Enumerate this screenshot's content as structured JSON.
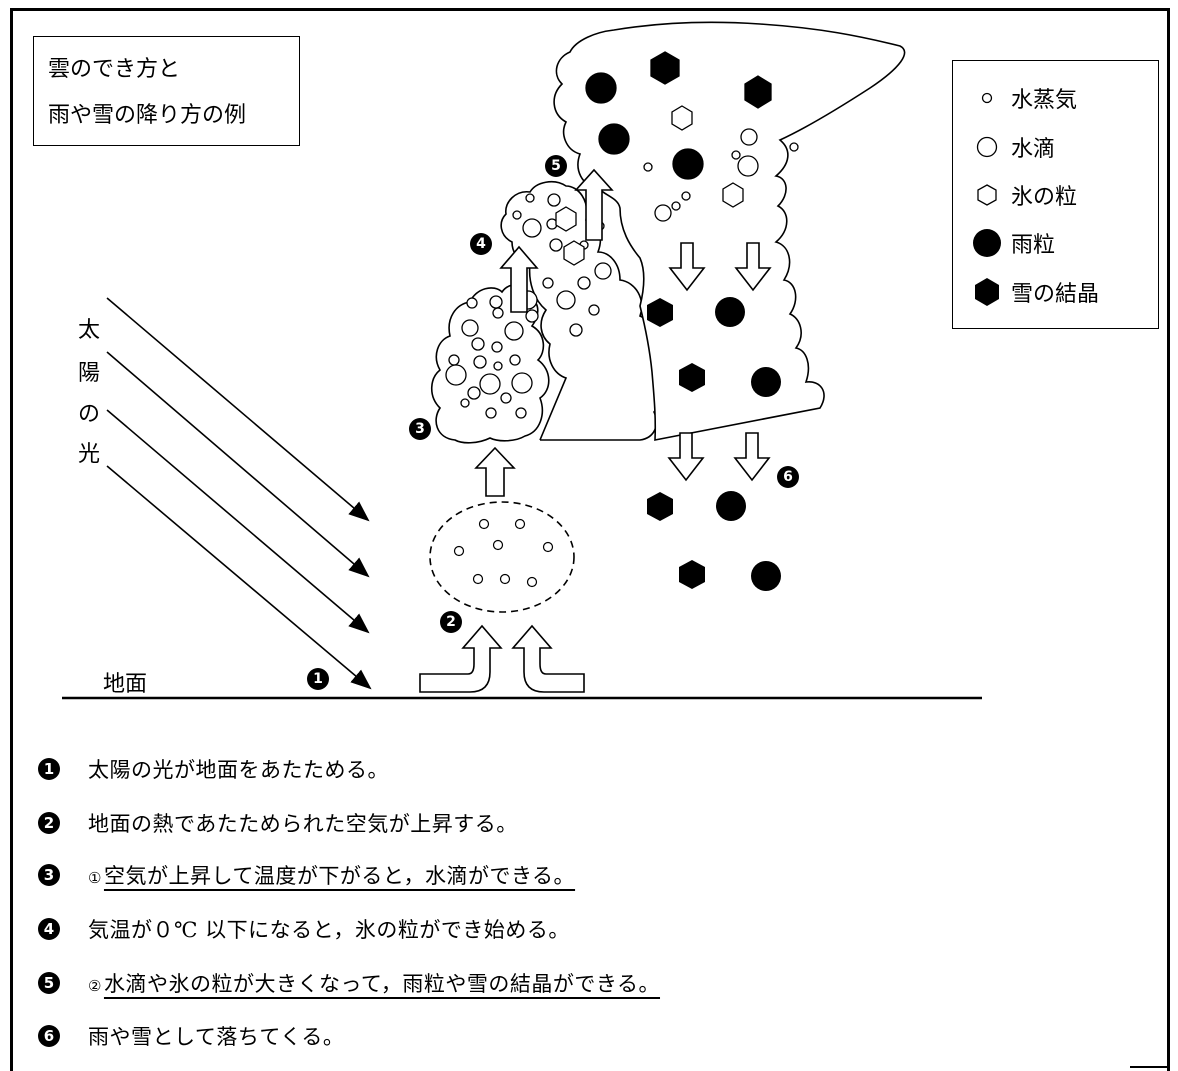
{
  "title": {
    "line1": "雲のでき方と",
    "line2": "雨や雪の降り方の例"
  },
  "legend": [
    {
      "icon": "small-circle-icon",
      "label": "水蒸気"
    },
    {
      "icon": "circle-icon",
      "label": "水滴"
    },
    {
      "icon": "hexagon-icon",
      "label": "氷の粒"
    },
    {
      "icon": "filled-circle-icon",
      "label": "雨粒"
    },
    {
      "icon": "filled-hexagon-icon",
      "label": "雪の結晶"
    }
  ],
  "sunlight_label": [
    "太",
    "陽",
    "の",
    "光"
  ],
  "ground_label": "地面",
  "markers": {
    "m1": "1",
    "m2": "2",
    "m3": "3",
    "m4": "4",
    "m5": "5",
    "m6": "6"
  },
  "steps": [
    {
      "num": "1",
      "text": "太陽の光が地面をあたためる。"
    },
    {
      "num": "2",
      "text": "地面の熱であたためられた空気が上昇する。"
    },
    {
      "num": "3",
      "circled": "①",
      "text": "空気が上昇して温度が下がると，水滴ができる。"
    },
    {
      "num": "4",
      "text": "気温が０℃ 以下になると，氷の粒ができ始める。"
    },
    {
      "num": "5",
      "circled": "②",
      "text": "水滴や氷の粒が大きくなって，雨粒や雪の結晶ができる。"
    },
    {
      "num": "6",
      "text": "雨や雪として落ちてくる。"
    }
  ]
}
